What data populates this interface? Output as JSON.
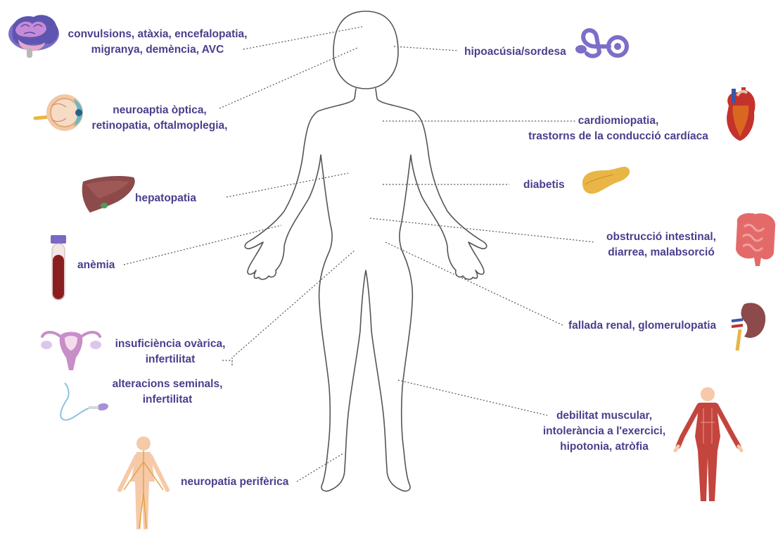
{
  "colors": {
    "label": "#4a3f8c",
    "body_outline": "#555555",
    "connector": "#555555"
  },
  "labels": {
    "brain": [
      "convulsions, atàxia, encefalopatia,",
      "migranya, demència, AVC"
    ],
    "eye": [
      "neuroaptia òptica,",
      "retinopatia, oftalmoplegia,"
    ],
    "liver": [
      "hepatopatia"
    ],
    "blood": [
      "anèmia"
    ],
    "ovary": [
      "insuficiència ovàrica,",
      "infertilitat"
    ],
    "sperm": [
      "alteracions seminals,",
      "infertilitat"
    ],
    "nerves": [
      "neuropatia perifèrica"
    ],
    "ear": [
      "hipoacúsia/sordesa"
    ],
    "heart": [
      "cardiomiopatia,",
      "trastorns de la conducció cardíaca"
    ],
    "pancreas": [
      "diabetis"
    ],
    "intestine": [
      "obstrucció intestinal,",
      "diarrea, malabsorció"
    ],
    "kidney": [
      "fallada renal, glomerulopatia"
    ],
    "muscle": [
      "debilitat muscular,",
      "intolerància a l'exercici,",
      "hipotonia, atròfia"
    ]
  },
  "icons": {
    "brain": "brain-icon",
    "eye": "eye-icon",
    "liver": "liver-icon",
    "blood": "blood-tube-icon",
    "ovary": "uterus-icon",
    "sperm": "sperm-icon",
    "nerves": "nervous-system-icon",
    "ear": "inner-ear-icon",
    "heart": "heart-icon",
    "pancreas": "pancreas-icon",
    "intestine": "intestine-icon",
    "kidney": "kidney-icon",
    "muscle": "muscular-system-icon"
  }
}
